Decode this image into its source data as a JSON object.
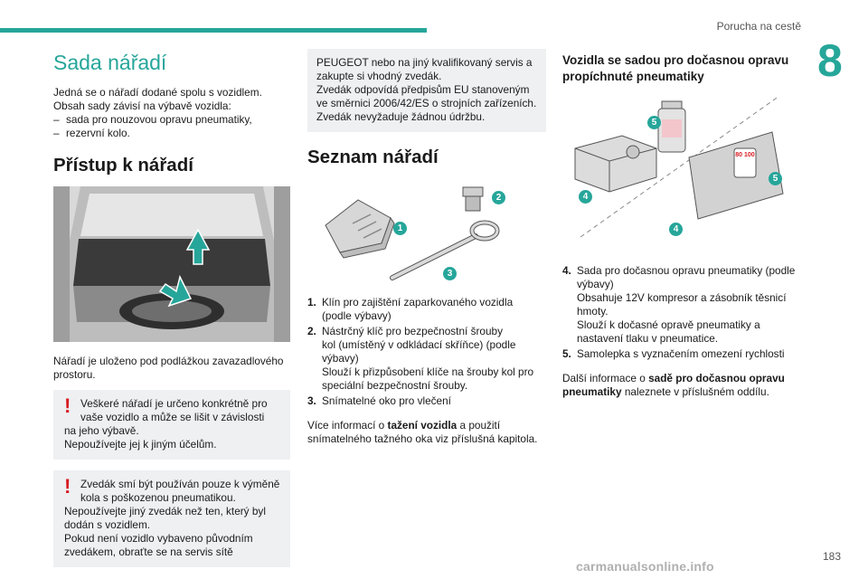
{
  "header": {
    "chapter_title": "Porucha na cestě",
    "chapter_number": "8",
    "accent": "#26a69a"
  },
  "col1": {
    "title": "Sada nářadí",
    "intro": [
      "Jedná se o nářadí dodané spolu s vozidlem.",
      "Obsah sady závisí na výbavě vozidla:"
    ],
    "items": [
      "sada pro nouzovou opravu pneumatiky,",
      "rezervní kolo."
    ],
    "dash": "–",
    "section_title": "Přístup k nářadí",
    "location_text": "Nářadí je uloženo pod podlážkou zavazadlového prostoru.",
    "warning1": {
      "first": "Veškeré nářadí je určeno konkrétně pro vaše vozidlo a může se lišit v závislosti",
      "rest": [
        "na jeho výbavě.",
        "Nepoužívejte jej k jiným účelům."
      ]
    },
    "warning2": {
      "first": "Zvedák smí být používán pouze k výměně kola s poškozenou pneumatikou.",
      "rest": [
        "Nepoužívejte jiný zvedák než ten, který byl dodán s vozidlem.",
        "Pokud není vozidlo vybaveno původním zvedákem, obraťte se na servis sítě"
      ]
    }
  },
  "col2": {
    "note_lines": [
      "PEUGEOT nebo na jiný kvalifikovaný servis a zakupte si vhodný zvedák.",
      "Zvedák odpovídá předpisům EU stanoveným ve směrnici 2006/42/ES o strojních zařízeních.",
      "Zvedák nevyžaduje žádnou údržbu."
    ],
    "section_title": "Seznam nářadí",
    "badges": [
      "1",
      "2",
      "3"
    ],
    "list": [
      {
        "num": "1.",
        "lines": [
          "Klín pro zajištění zaparkovaného vozidla",
          "(podle výbavy)"
        ]
      },
      {
        "num": "2.",
        "lines": [
          "Nástrčný klíč pro bezpečnostní šrouby",
          "kol (umístěný v odkládací skříňce) (podle výbavy)",
          "Slouží k přizpůsobení klíče na šrouby kol pro speciální bezpečnostní šrouby."
        ]
      },
      {
        "num": "3.",
        "lines": [
          "Snímatelné oko pro vlečení"
        ]
      }
    ],
    "more_pre": "Více informací o ",
    "more_bold": "tažení vozidla",
    "more_post": " a použití snímatelného tažného oka viz příslušná kapitola."
  },
  "col3": {
    "title": "Vozidla se sadou pro dočasnou opravu propíchnuté pneumatiky",
    "badges": [
      "5",
      "5",
      "4",
      "4"
    ],
    "sticker": "80 100",
    "list": [
      {
        "num": "4.",
        "lines": [
          "Sada pro dočasnou opravu pneumatiky (podle výbavy)",
          "Obsahuje 12V kompresor a zásobník těsnicí hmoty.",
          "Slouží k dočasné opravě pneumatiky a nastavení tlaku v pneumatice."
        ]
      },
      {
        "num": "5.",
        "lines": [
          "Samolepka s vyznačením omezení rychlosti"
        ]
      }
    ],
    "more_pre": "Další informace o ",
    "more_bold": "sadě pro dočasnou opravu pneumatiky",
    "more_post": " naleznete v příslušném oddílu."
  },
  "footer": {
    "page_number": "183",
    "watermark": "carmanualsonline.info"
  }
}
